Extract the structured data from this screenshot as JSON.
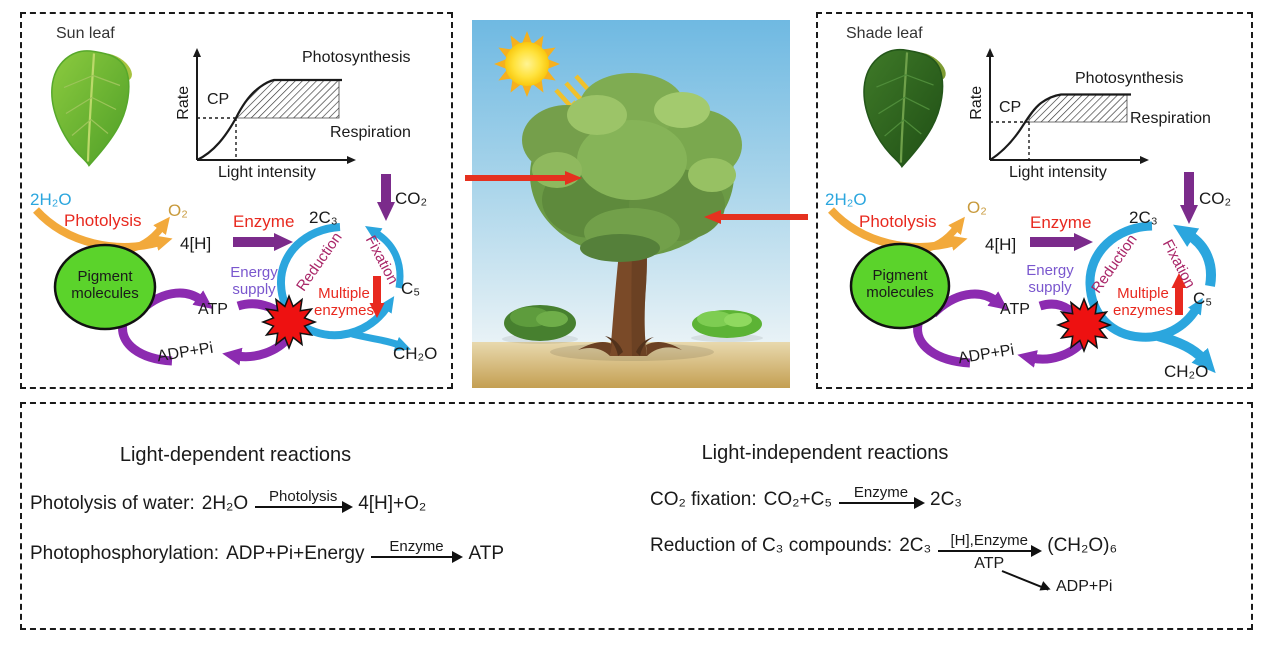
{
  "colors": {
    "cyan": "#2BA6DE",
    "purple_arrow": "#7B2B8B",
    "loop_purple": "#8C2BB0",
    "red": "#E8291F",
    "maroon": "#A92668",
    "orange": "#F2A93B",
    "oxygen_tan": "#C89A3C",
    "green_ellipse": "#5BD32B",
    "text_purple": "#7A57CE",
    "red_pointer": "#E5311F"
  },
  "left_panel": {
    "title": "Sun leaf",
    "graph": {
      "rate": "Rate",
      "light": "Light intensity",
      "cp": "CP",
      "photosynthesis": "Photosynthesis",
      "respiration": "Respiration"
    },
    "cycle": {
      "water": "2H₂O",
      "photolysis": "Photolysis",
      "oxygen": "O₂",
      "hydrogen": "4[H]",
      "enzyme": "Enzyme",
      "c3": "2C₃",
      "co2": "CO₂",
      "reduction": "Reduction",
      "fixation": "Fixation",
      "multiple_enzymes": "Multiple enzymes",
      "c5": "C₅",
      "sugar": "CH₂O",
      "pigment": "Pigment molecules",
      "energy": "Energy supply",
      "atp": "ATP",
      "adp": "ADP+Pi"
    }
  },
  "right_panel": {
    "title": "Shade leaf",
    "graph": {
      "rate": "Rate",
      "light": "Light intensity",
      "cp": "CP",
      "photosynthesis": "Photosynthesis",
      "respiration": "Respiration"
    },
    "cycle": {
      "water": "2H₂O",
      "photolysis": "Photolysis",
      "oxygen": "O₂",
      "hydrogen": "4[H]",
      "enzyme": "Enzyme",
      "c3": "2C₃",
      "co2": "CO₂",
      "reduction": "Reduction",
      "fixation": "Fixation",
      "multiple_enzymes": "Multiple enzymes",
      "c5": "C₅",
      "sugar": "CH₂O",
      "pigment": "Pigment molecules",
      "energy": "Energy supply",
      "atp": "ATP",
      "adp": "ADP+Pi"
    }
  },
  "bottom_panel": {
    "light_dependent": {
      "title": "Light-dependent reactions",
      "reactions": [
        {
          "label": "Photolysis of water:",
          "lhs": "2H₂O",
          "above": "Photolysis",
          "rhs": "4[H]+O₂"
        },
        {
          "label": "Photophosphorylation:",
          "lhs": "ADP+Pi+Energy",
          "above": "Enzyme",
          "rhs": "ATP"
        }
      ]
    },
    "light_independent": {
      "title": "Light-independent reactions",
      "reactions": [
        {
          "label": "CO₂ fixation:",
          "lhs": "CO₂+C₅",
          "above": "Enzyme",
          "rhs": "2C₃"
        },
        {
          "label": "Reduction of C₃ compounds:",
          "lhs": "2C₃",
          "above": "[H],Enzyme",
          "below": "ATP",
          "rhs": "(CH₂O)₆",
          "byproduct": "ADP+Pi"
        }
      ]
    }
  }
}
